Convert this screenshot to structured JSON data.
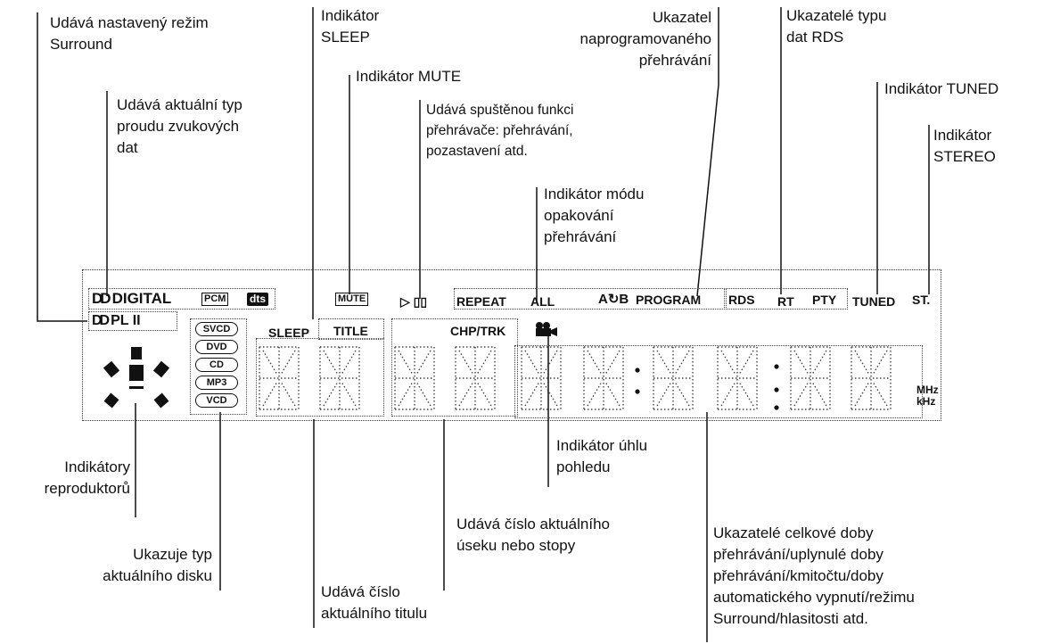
{
  "labels": {
    "surround_mode": [
      "Udává nastavený režim",
      "Surround"
    ],
    "stream_type": [
      "Udává aktuální typ",
      "proudu zvukových",
      "dat"
    ],
    "sleep": [
      "Indikátor",
      "SLEEP"
    ],
    "mute": "Indikátor MUTE",
    "playback_function": [
      "Udává spuštěnou funkci",
      "přehrávače: přehrávání,",
      "pozastavení atd."
    ],
    "program": [
      "Ukazatel",
      "naprogramovaného",
      "přehrávání"
    ],
    "rds_types": [
      "Ukazatelé typu",
      "dat RDS"
    ],
    "tuned": "Indikátor TUNED",
    "stereo": [
      "Indikátor",
      "STEREO"
    ],
    "repeat_mode": [
      "Indikátor módu",
      "opakování",
      "přehrávání"
    ],
    "speakers": [
      "Indikátory",
      "reproduktorů"
    ],
    "angle": [
      "Indikátor úhlu",
      "pohledu"
    ],
    "chapter_track": [
      "Udává číslo aktuálního",
      "úseku nebo stopy"
    ],
    "disc_type": [
      "Ukazuje typ",
      "aktuálního disku"
    ],
    "title_number": [
      "Udává číslo",
      "aktuálního titulu"
    ],
    "time_display": [
      "Ukazatelé celkové doby",
      "přehrávání/uplynulé doby",
      "přehrávání/kmitočtu/doby",
      "automatického vypnutí/režimu",
      "Surround/hlasitosti atd."
    ]
  },
  "display": {
    "digital": "DIGITAL",
    "pcm": "PCM",
    "dts": "dts",
    "mute": "MUTE",
    "play_pause": "▷ ▯▯",
    "repeat": "REPEAT",
    "all": "ALL",
    "ab": "A↻B",
    "program": "PROGRAM",
    "rds": "RDS",
    "rt": "RT",
    "pty": "PTY",
    "tuned": "TUNED",
    "st": "ST.",
    "pl2": "PL II",
    "sleep": "SLEEP",
    "title": "TITLE",
    "chp_trk": "CHP/TRK",
    "discs": [
      "SVCD",
      "DVD",
      "CD",
      "MP3",
      "VCD"
    ],
    "mhz": "MHz",
    "khz": "kHz",
    "dolby_symbol": "DD"
  }
}
